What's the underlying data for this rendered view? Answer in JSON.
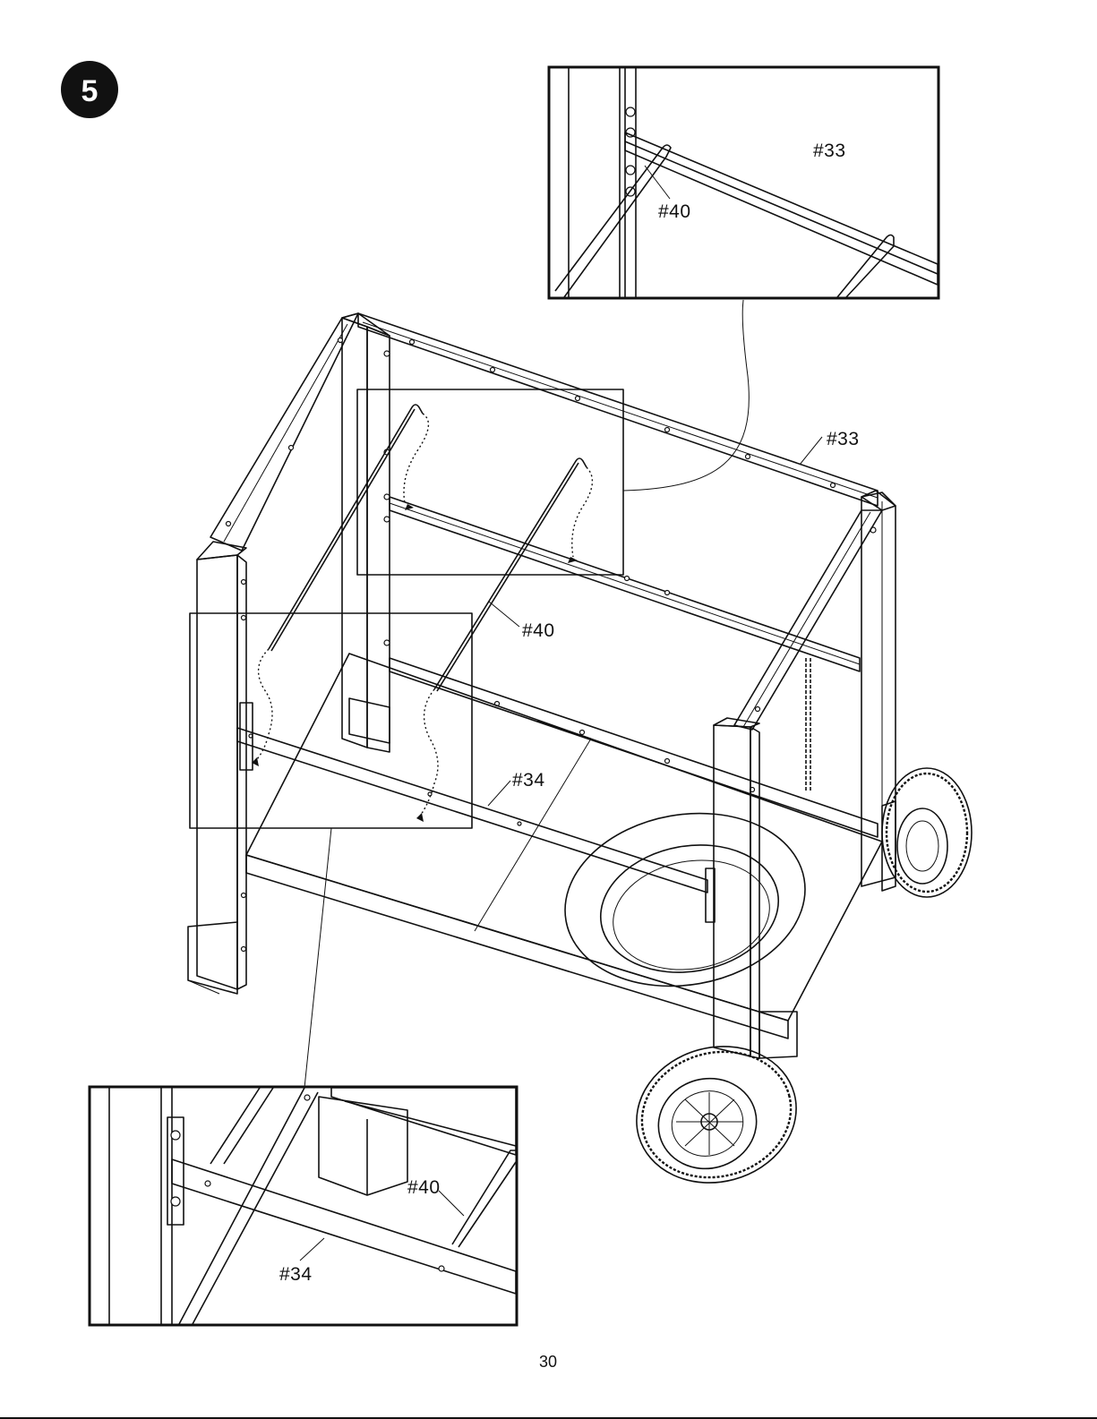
{
  "step": {
    "number": "5"
  },
  "labels": {
    "inset_top_part_33": "#33",
    "inset_top_part_40": "#40",
    "main_part_33": "#33",
    "main_part_40": "#40",
    "main_part_34": "#34",
    "inset_bottom_part_40": "#40",
    "inset_bottom_part_34": "#34"
  },
  "footer": {
    "page_number": "30"
  }
}
